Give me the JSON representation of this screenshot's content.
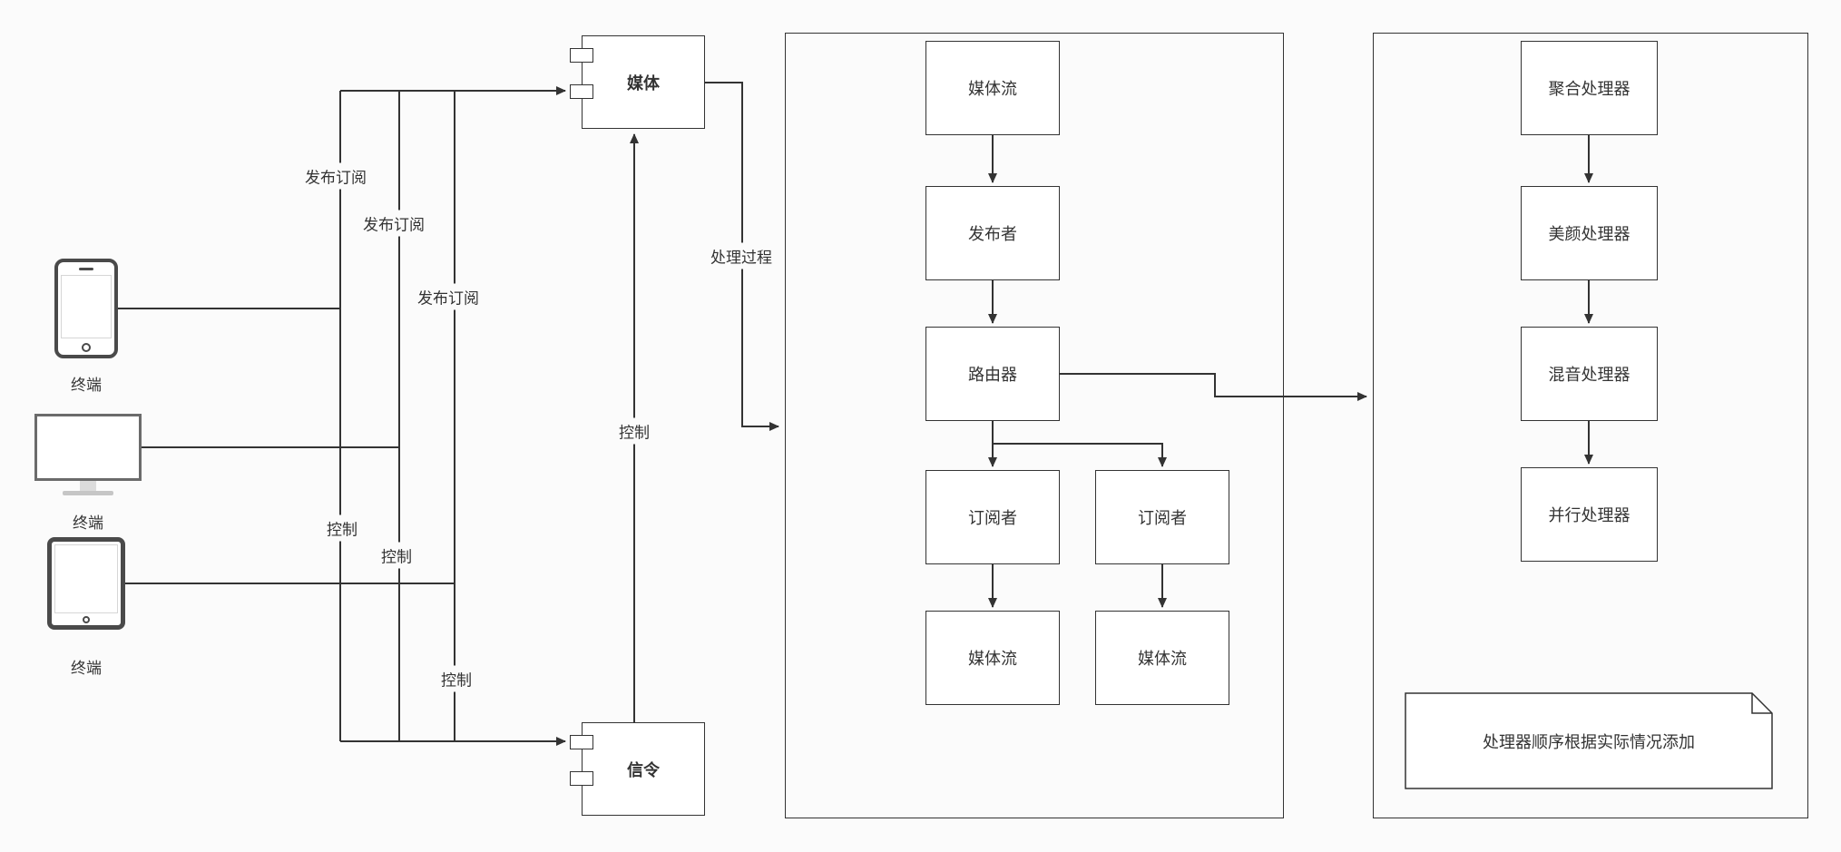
{
  "colors": {
    "line": "#333333",
    "box_border": "#333333",
    "box_background": "#ffffff",
    "page_background": "#fbfbfb",
    "text": "#333333"
  },
  "terminals": {
    "phone_label": "终端",
    "monitor_label": "终端",
    "tablet_label": "终端"
  },
  "components": {
    "media": "媒体",
    "signaling": "信令"
  },
  "edge_labels": {
    "pubsub_1": "发布订阅",
    "pubsub_2": "发布订阅",
    "pubsub_3": "发布订阅",
    "control_1": "控制",
    "control_2": "控制",
    "control_3": "控制",
    "control_signaling_media": "控制",
    "process": "处理过程"
  },
  "media_pipeline": {
    "source_stream": "媒体流",
    "publisher": "发布者",
    "router": "路由器",
    "subscriber_left": "订阅者",
    "subscriber_right": "订阅者",
    "out_stream_left": "媒体流",
    "out_stream_right": "媒体流"
  },
  "processor_chain": {
    "aggregate": "聚合处理器",
    "beauty": "美颜处理器",
    "audio_mix": "混音处理器",
    "parallel": "并行处理器",
    "note": "处理器顺序根据实际情况添加"
  }
}
